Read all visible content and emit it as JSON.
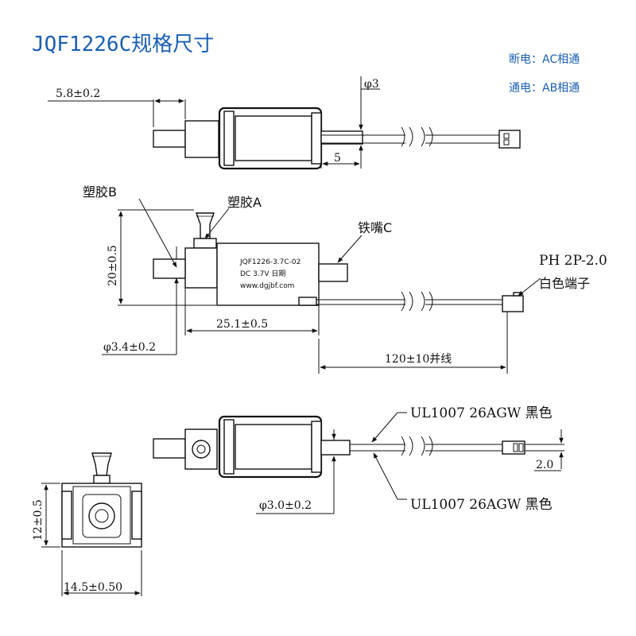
{
  "title": "JQF1226C规格尺寸",
  "notes": {
    "power_off": "断电：AC相通",
    "power_on": "通电：AB相通"
  },
  "dimensions": {
    "plunger_travel": "5.8±0.2",
    "tube_dia_top": "φ3",
    "stroke": "5",
    "height": "20±0.5",
    "length": "25.1±0.5",
    "port_dia": "φ3.4±0.2",
    "wire_length": "120±10并线",
    "nozzle_dia": "φ3.0±0.2",
    "pin_pitch": "2.0",
    "side_height": "12±0.5",
    "side_width": "14.5±0.50"
  },
  "labels": {
    "plastic_b": "塑胶B",
    "plastic_a": "塑胶A",
    "nozzle_c": "铁嘴C",
    "connector_model": "PH 2P-2.0",
    "connector_desc": "白色端子",
    "wire_1": "UL1007 26AGW 黑色",
    "wire_2": "UL1007 26AGW 黑色"
  },
  "body_text": {
    "model": "JQF1226-3.7C-02",
    "voltage": "DC  3.7V   日期",
    "url": "www.dgjbf.com"
  }
}
